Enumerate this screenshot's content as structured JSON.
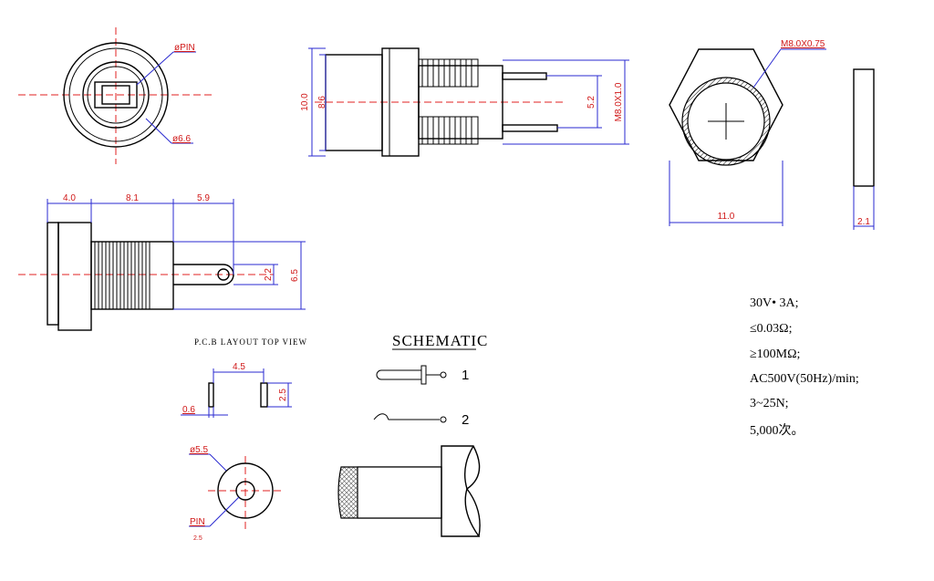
{
  "dimensions": {
    "pin_dia": "øPIN",
    "dia_6_6": "ø6.6",
    "h_10_0": "10.0",
    "h_8_6": "8.6",
    "spacing_5_2": "5.2",
    "thread_m8x1": "M8.0X1.0",
    "nut_thread": "M8.0X0.75",
    "nut_width": "11.0",
    "nut_thick": "2.1",
    "len_4_0": "4.0",
    "len_8_1": "8.1",
    "len_5_9": "5.9",
    "h_2_2": "2.2",
    "h_6_5": "6.5",
    "pcb_4_5": "4.5",
    "pcb_2_5": "2.5",
    "pcb_0_6": "0.6",
    "pcb_dia_5_5": "ø5.5",
    "pcb_pin": "PIN",
    "pcb_pin_val": "2.5"
  },
  "labels": {
    "pcb_layout": "P.C.B LAYOUT TOP VIEW",
    "schematic": "SCHEMATIC",
    "terminal_1": "1",
    "terminal_2": "2"
  },
  "specs": [
    "30V• 3A;",
    "≤0.03Ω;",
    "≥100MΩ;",
    "AC500V(50Hz)/min;",
    "3~25N;",
    "5,000次。"
  ],
  "colors": {
    "outline": "#000000",
    "dimension_line": "#2a2ad0",
    "dimension_text": "#d01818",
    "center_line": "#e02020"
  }
}
